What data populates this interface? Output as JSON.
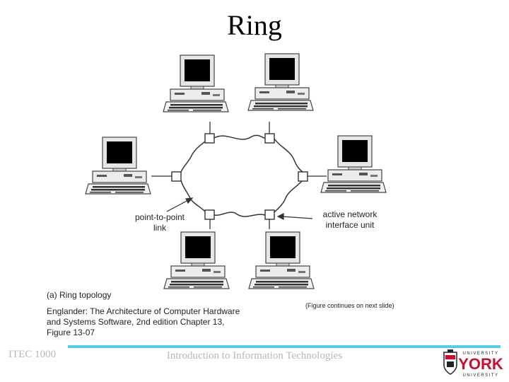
{
  "slide": {
    "title": "Ring"
  },
  "diagram": {
    "label_point_to_point": "point-to-point link",
    "label_active_interface": "active network interface unit",
    "caption_part": "(a) Ring topology",
    "caption_reference": "Englander: The Architecture of Computer Hardware and Systems Software, 2nd edition Chapter 13, Figure 13-07",
    "continues_note": "(Figure continues on next slide)"
  },
  "footer": {
    "course": "ITEC 1000",
    "course_title": "Introduction to Information Technologies",
    "logo_top": "UNIVERSITY",
    "logo_main": "YORK",
    "logo_bottom": "UNIVERSITY"
  },
  "colors": {
    "accent_bar": "#5bc8ee",
    "footer_text": "#b8b8b8",
    "logo_red": "#c8102e"
  }
}
